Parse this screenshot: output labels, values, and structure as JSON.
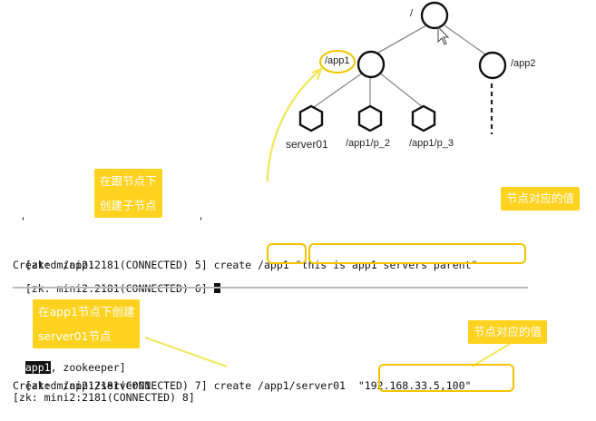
{
  "tree": {
    "root_label": "/",
    "app1_label": "/app1",
    "app2_label": "/app2",
    "children": [
      "server01",
      "/app1/p_2",
      "/app1/p_3"
    ]
  },
  "callouts": {
    "create_child_line1": "在跟节点下",
    "create_child_line2": "创建子节点",
    "node_value_1": "节点对应的值",
    "create_under_app1_line1": "在app1节点下创建",
    "create_under_app1_line2": "server01节点",
    "node_value_2": "节点对应的值"
  },
  "terminal1": {
    "stray_mark_1": "'",
    "stray_mark_2": "'",
    "line1_prompt": "[zk: mini2:2181(CONNECTED) 5] create",
    "line1_path": "/app1",
    "line1_value": "\"this is app1 servers parent\"",
    "line2": "Created /app1",
    "line3": "[zk: mini2:2181(CONNECTED) 6]"
  },
  "terminal2": {
    "line0_highlight": "app1",
    "line0_rest": ", zookeeper]",
    "line1_prompt": "[zk: mini2:2181(CONNECTED) 7] create /app1/server01",
    "line1_value": "\"192.168.33.5,100\"",
    "line2": "Created /app1/server01",
    "line3": "[zk: mini2:2181(CONNECTED) 8]"
  },
  "colors": {
    "highlight": "#f2c500",
    "callout_bg": "#ffd21f",
    "tree_line": "#8a8a8a"
  }
}
